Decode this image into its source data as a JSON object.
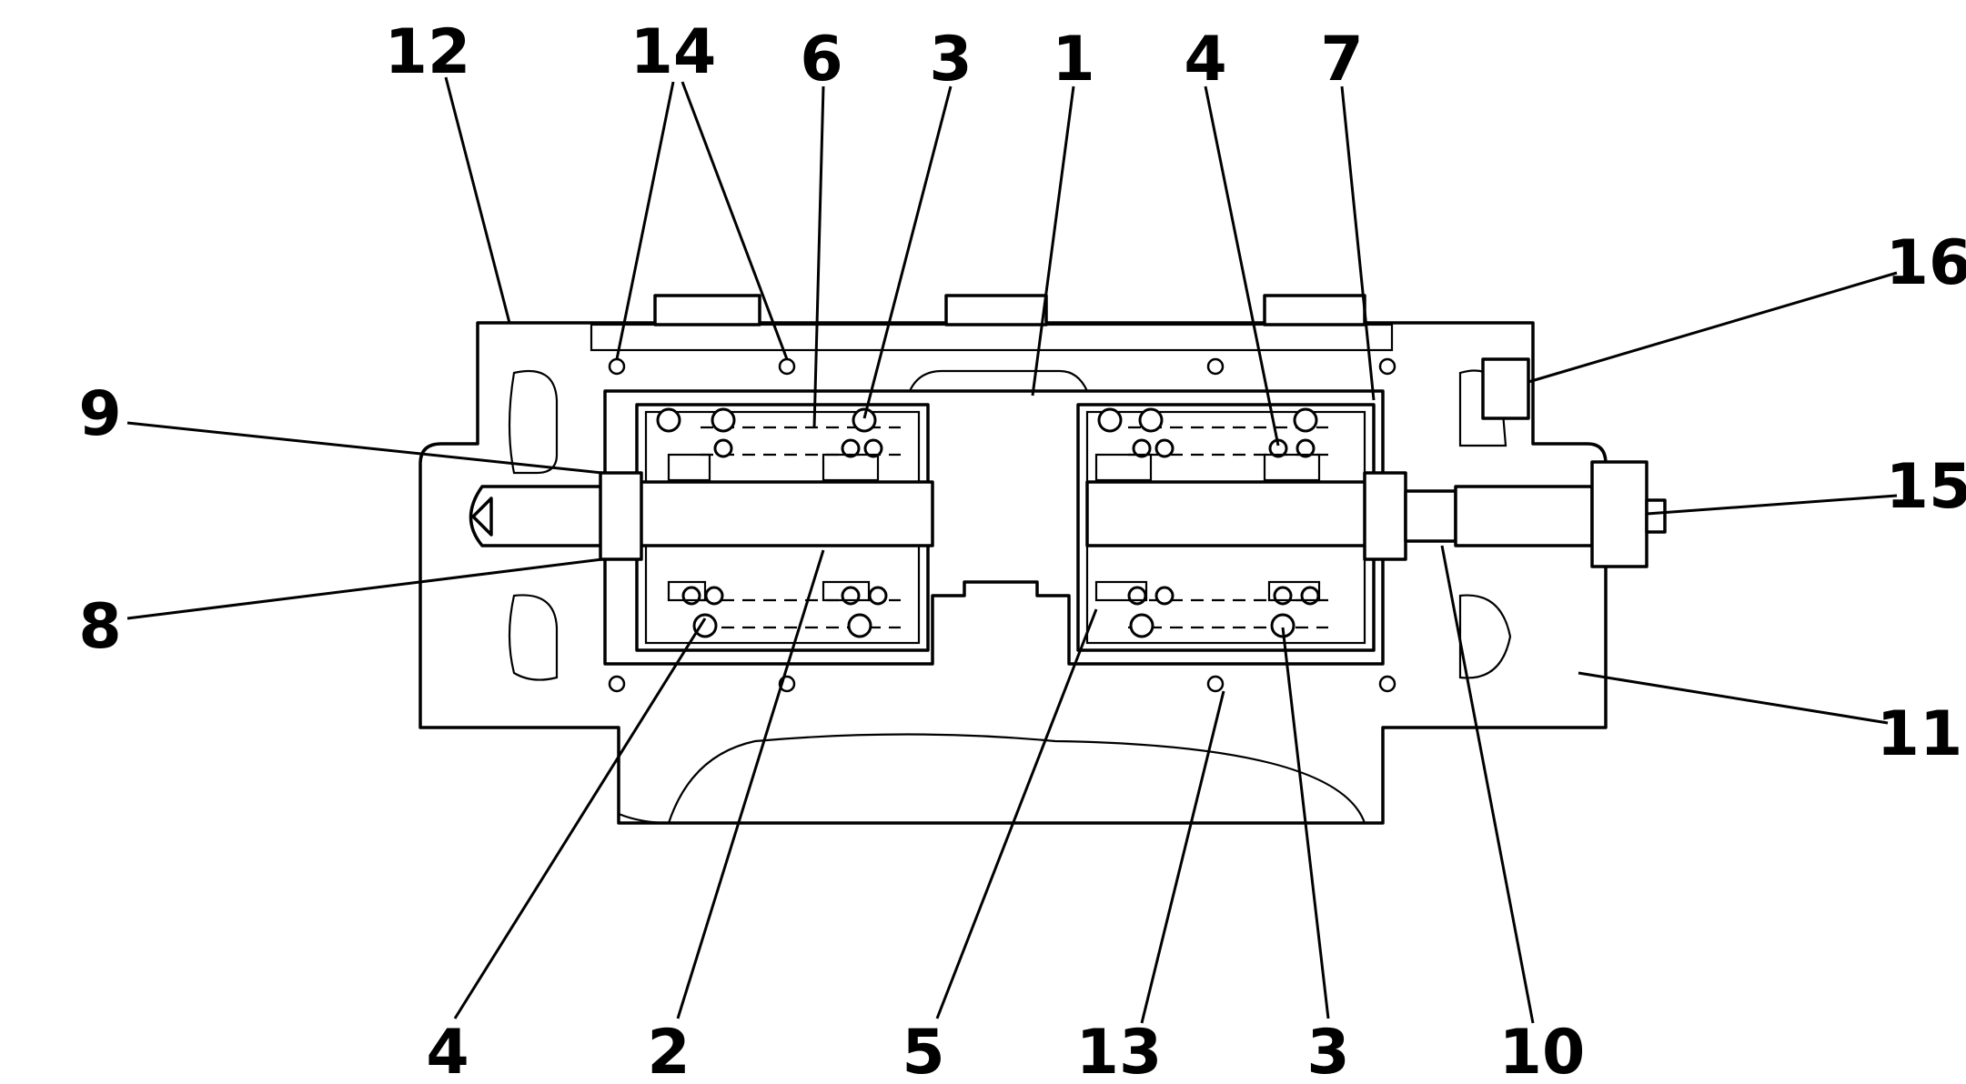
{
  "labels": {
    "l1": "1",
    "l2": "2",
    "l3_top": "3",
    "l3_bottom": "3",
    "l4_left": "4",
    "l4_top": "4",
    "l5": "5",
    "l6": "6",
    "l7": "7",
    "l8": "8",
    "l9": "9",
    "l10": "10",
    "l11": "11",
    "l12": "12",
    "l13": "13",
    "l14": "14",
    "l15": "15",
    "l16": "16"
  }
}
